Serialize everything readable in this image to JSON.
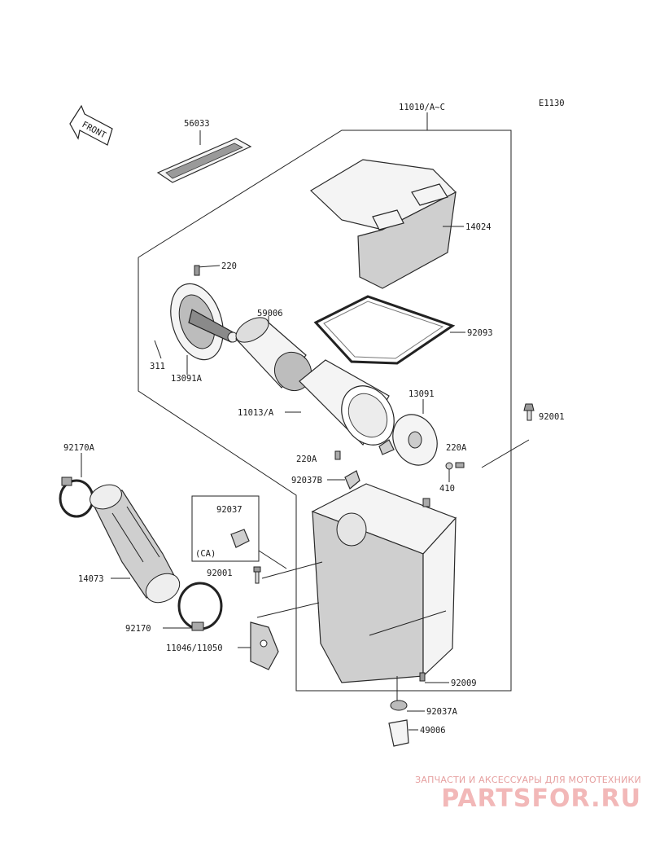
{
  "diagram": {
    "code": "E1130",
    "front_label": "FRONT",
    "callouts": {
      "p56033": "56033",
      "p11010": "11010/A~C",
      "p14024": "14024",
      "p220_top": "220",
      "p59006": "59006",
      "p92093": "92093",
      "p311": "311",
      "p13091A": "13091A",
      "p13091": "13091",
      "p11013A": "11013/A",
      "p92001_right": "92001",
      "p220A_left": "220A",
      "p220A_right": "220A",
      "p92037B": "92037B",
      "p410": "410",
      "p92170A": "92170A",
      "p92037": "92037",
      "pCA": "(CA)",
      "p92001_left": "92001",
      "p14073": "14073",
      "p92170": "92170",
      "p11046": "11046/11050",
      "p92009": "92009",
      "p92037A": "92037A",
      "p49006": "49006"
    }
  },
  "watermark": {
    "caption": "ЗАПЧАСТИ И АКСЕССУАРЫ ДЛЯ МОТОТЕХНИКИ",
    "logo_text": "PARTSFOR.RU",
    "color": "#f2b8b8"
  }
}
